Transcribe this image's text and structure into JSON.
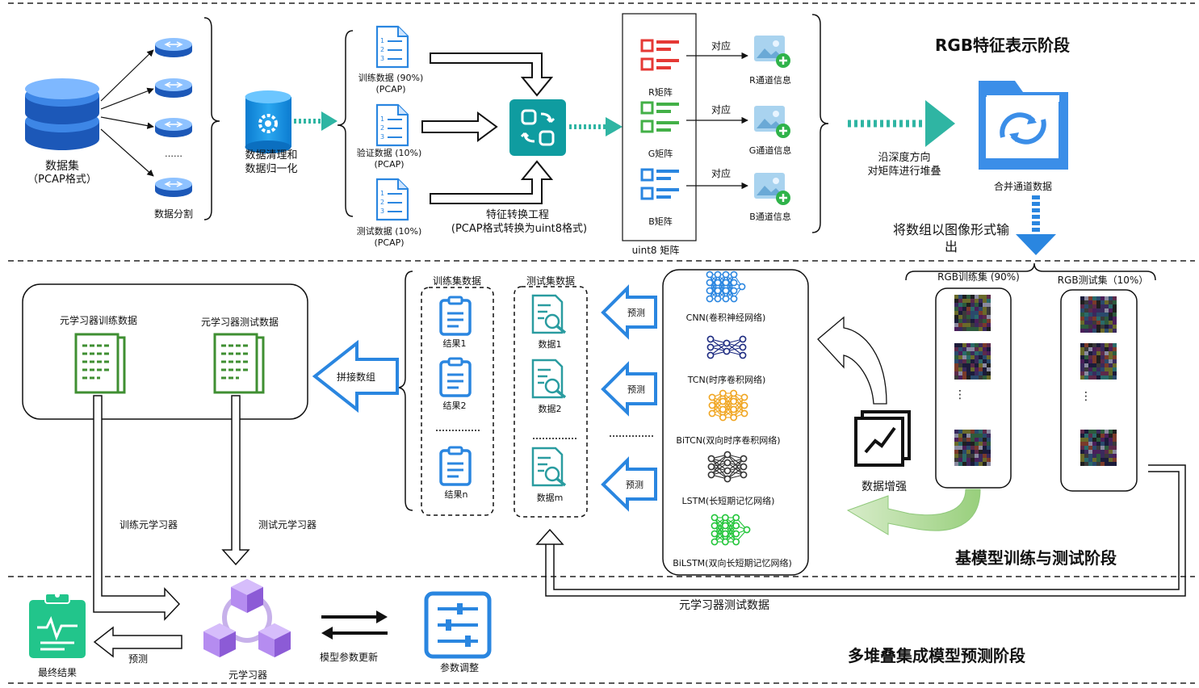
{
  "stages": {
    "rgb": "RGB特征表示阶段",
    "base": "基模型训练与测试阶段",
    "multi": "多堆叠集成模型预测阶段"
  },
  "stage1": {
    "dataset": "数据集",
    "dataset_format": "（PCAP格式）",
    "ellipsis": "……",
    "data_split": "数据分割",
    "cleaning_line1": "数据清理和",
    "cleaning_line2": "数据归一化",
    "train": "训练数据 (90%)",
    "train_fmt": "(PCAP)",
    "val": "验证数据 (10%)",
    "val_fmt": "(PCAP)",
    "test": "测试数据 (10%)",
    "test_fmt": "(PCAP)",
    "feature_eng": "特征转换工程",
    "feature_eng_sub": "(PCAP格式转换为uint8格式)",
    "r_matrix": "R矩阵",
    "g_matrix": "G矩阵",
    "b_matrix": "B矩阵",
    "uint8": "uint8 矩阵",
    "correspond": "对应",
    "r_info": "R通道信息",
    "g_info": "G通道信息",
    "b_info": "B通道信息",
    "stack_line1": "沿深度方向",
    "stack_line2": "对矩阵进行堆叠",
    "merge": "合并通道数据",
    "output_line1": "将数组以图像形式输",
    "output_line2": "出"
  },
  "stage2": {
    "meta_train": "元学习器训练数据",
    "meta_test": "元学习器测试数据",
    "concat": "拼接数组",
    "train_set_data": "训练集数据",
    "test_set_data": "测试集数据",
    "result1": "结果1",
    "result2": "结果2",
    "resultn": "结果n",
    "data1": "数据1",
    "data2": "数据2",
    "datam": "数据m",
    "dots": "…………",
    "predict": "预测",
    "models": [
      "CNN(卷积神经网络)",
      "TCN(时序卷积网络)",
      "BiTCN(双向时序卷积网络)",
      "LSTM(长短期记忆网络)",
      "BiLSTM(双向长短期记忆网络)"
    ],
    "augment": "数据增强",
    "rgb_train": "RGB训练集 (90%)",
    "rgb_test": "RGB测试集（10%）",
    "v_dots": "⋮"
  },
  "stage3": {
    "train_meta": "训练元学习器",
    "test_meta": "测试元学习器",
    "meta_test_data": "元学习器测试数据",
    "final": "最终结果",
    "predict": "预测",
    "meta_learner": "元学习器",
    "param_update": "模型参数更新",
    "param_tune": "参数调整"
  },
  "colors": {
    "teal": "#2fb5a3",
    "teal_dark": "#0f9ca0",
    "blue": "#2a86e0",
    "red": "#e53935",
    "green": "#43b047",
    "purple": "#9b6bdc",
    "doc_green": "#3f8f32"
  }
}
